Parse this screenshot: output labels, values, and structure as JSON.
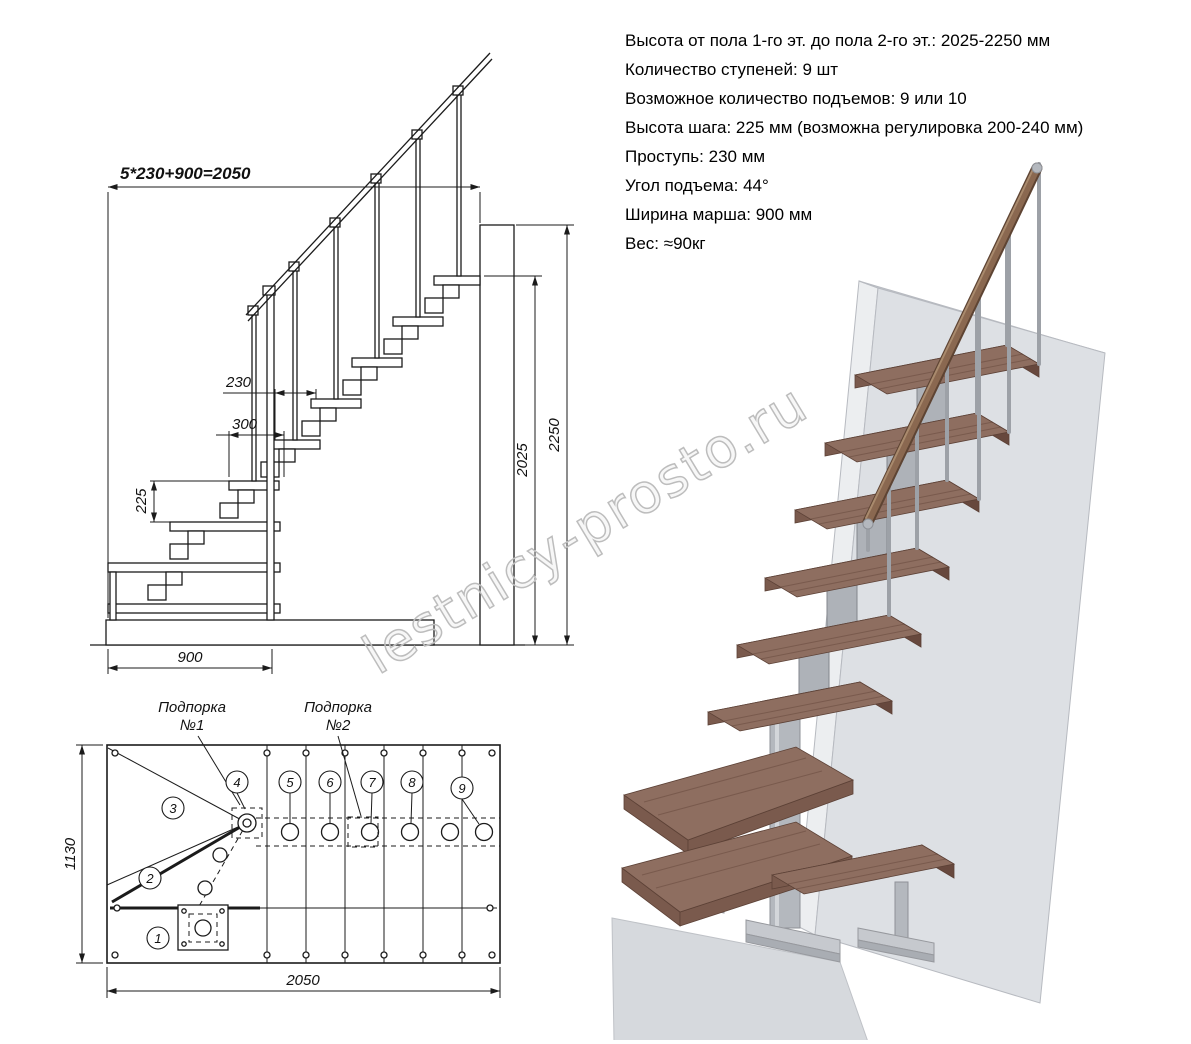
{
  "specs": {
    "lines": [
      "Высота от пола 1-го эт. до пола 2-го эт.: 2025-2250 мм",
      "Количество ступеней: 9 шт",
      "Возможное количество подъемов: 9 или 10",
      "Высота шага: 225 мм (возможна регулировка 200-240 мм)",
      "Проступь: 230 мм",
      "Угол подъема: 44°",
      "Ширина марша: 900 мм",
      "Вес: ≈90кг"
    ]
  },
  "side_view": {
    "dim_total_run": "5*230+900=2050",
    "dim_tread": "230",
    "dim_overhang": "300",
    "dim_rise": "225",
    "dim_width": "900",
    "dim_total_height": "2250",
    "dim_stair_height": "2025"
  },
  "plan_view": {
    "support1_line1": "Подпорка",
    "support1_line2": "№1",
    "support2_line1": "Подпорка",
    "support2_line2": "№2",
    "dim_depth": "1130",
    "dim_length": "2050",
    "steps": [
      "1",
      "2",
      "3",
      "4",
      "5",
      "6",
      "7",
      "8",
      "9"
    ]
  },
  "watermark": {
    "text": "lestnicy-prosto.ru"
  },
  "colors": {
    "tread": "#8e6e60",
    "metal": "#b4b8be",
    "wall": "#dde0e4",
    "handrail": "#8a6850"
  }
}
